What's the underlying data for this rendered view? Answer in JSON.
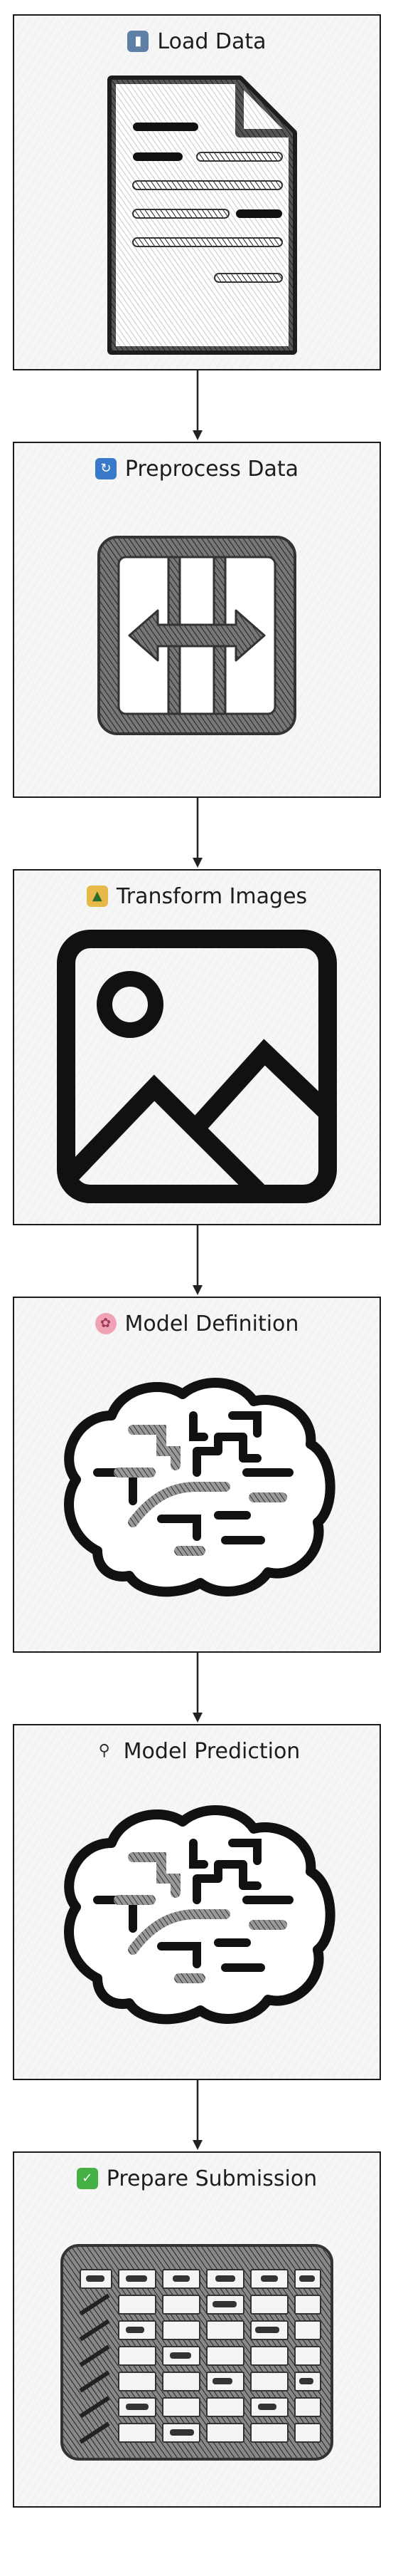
{
  "steps": [
    {
      "title": "Load Data",
      "icon": "folder-icon"
    },
    {
      "title": "Preprocess Data",
      "icon": "refresh-icon"
    },
    {
      "title": "Transform Images",
      "icon": "picture-icon"
    },
    {
      "title": "Model Definition",
      "icon": "brain-icon"
    },
    {
      "title": "Model Prediction",
      "icon": "magnifier-icon"
    },
    {
      "title": "Prepare Submission",
      "icon": "check-icon"
    }
  ]
}
